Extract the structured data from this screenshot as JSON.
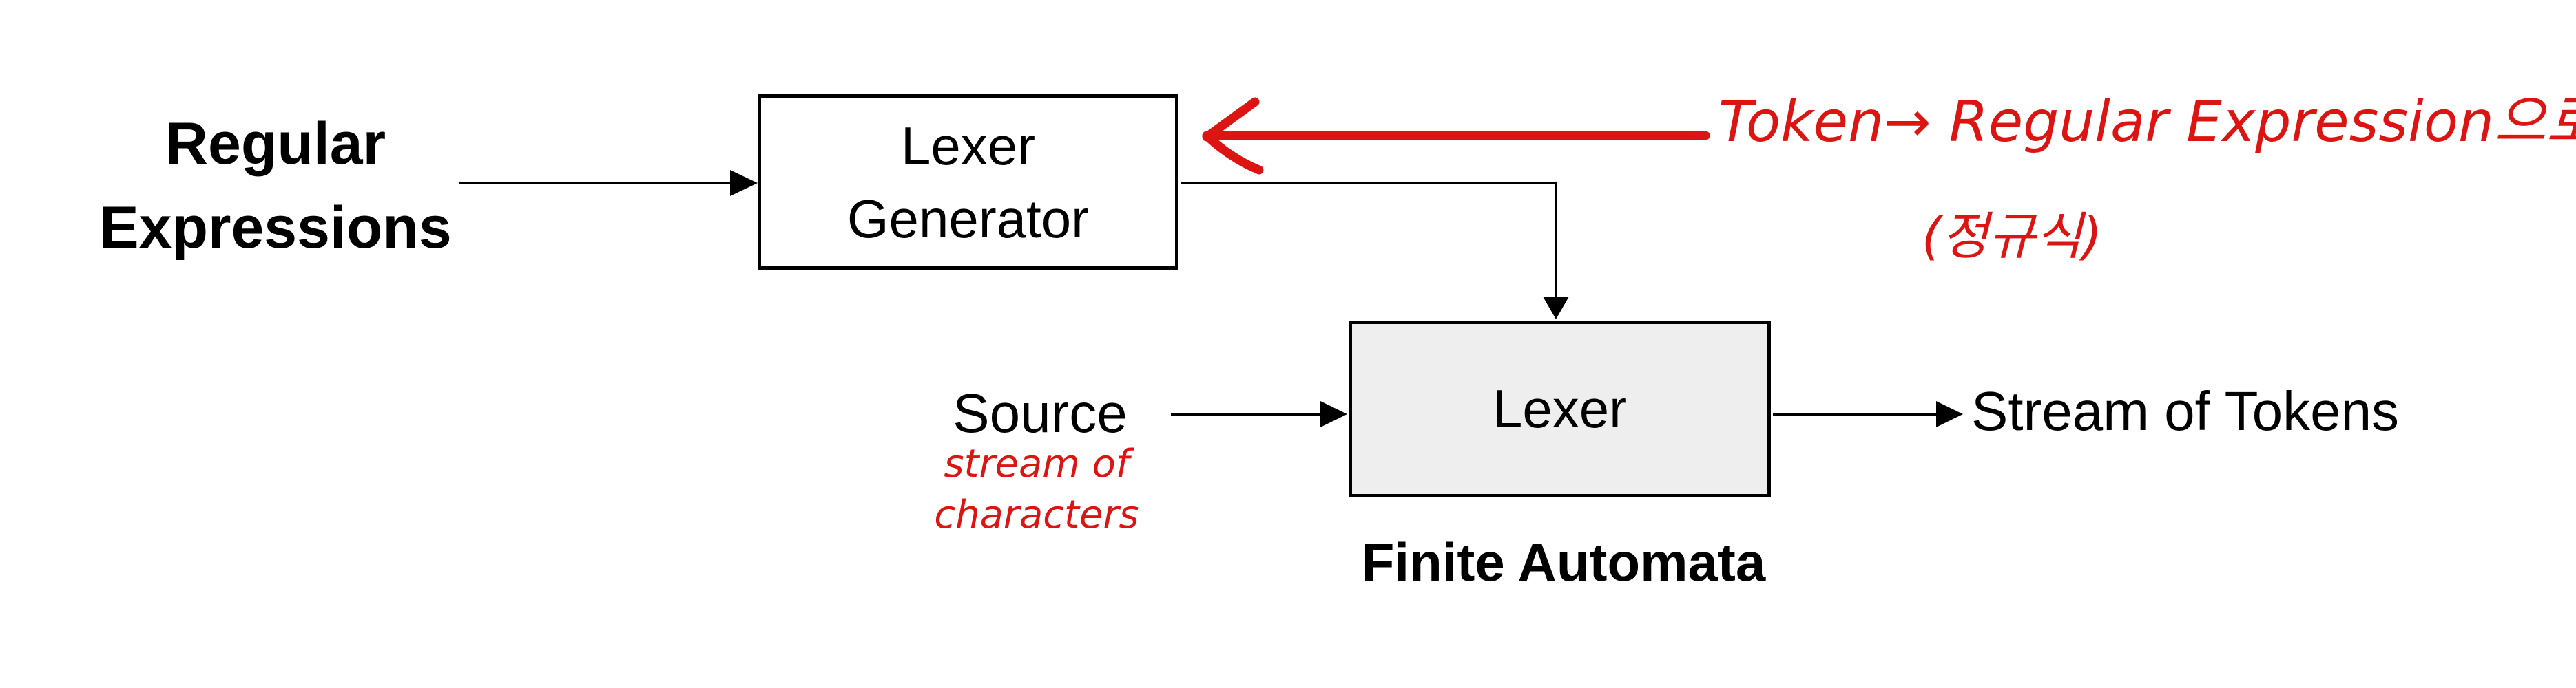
{
  "diagram": {
    "nodes": {
      "regular_expressions": {
        "line1": "Regular",
        "line2": "Expressions"
      },
      "lexer_generator": {
        "line1": "Lexer",
        "line2": "Generator"
      },
      "lexer": {
        "label": "Lexer"
      },
      "source": {
        "label": "Source"
      },
      "stream_of_tokens": {
        "label": "Stream of Tokens"
      },
      "finite_automata": {
        "label": "Finite Automata"
      }
    },
    "annotations": {
      "token_note": "Token→ Regular Expression으로 정의",
      "token_note_sub": "(정규식)",
      "stream_note_line1": "stream of",
      "stream_note_line2": "characters"
    },
    "colors": {
      "annotation_red": "#dc1412",
      "diagram_black": "#000000",
      "lexer_box_fill": "#eeeeee",
      "generator_box_fill": "#ffffff",
      "background": "#ffffff"
    }
  }
}
